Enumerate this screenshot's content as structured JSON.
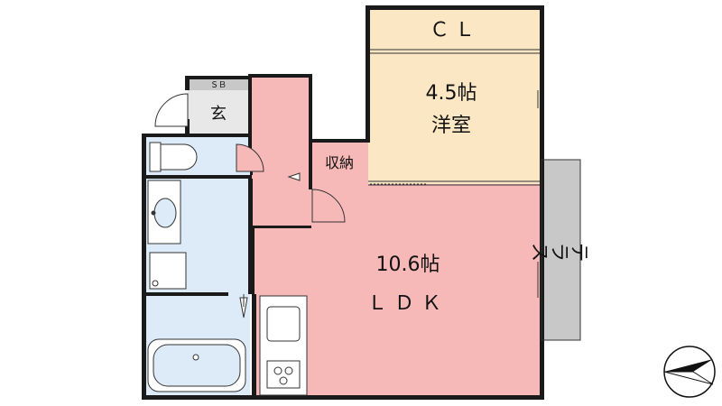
{
  "rooms": {
    "closet": {
      "label": "ＣＬ"
    },
    "western": {
      "size": "4.5帖",
      "name": "洋室"
    },
    "storage": {
      "label": "収納"
    },
    "entrance": {
      "label": "玄"
    },
    "shoe_box": {
      "label": "ＳＢ"
    },
    "ldk": {
      "size": "10.6帖",
      "name": "ＬＤＫ"
    },
    "terrace": {
      "label": "テラス"
    }
  },
  "colors": {
    "pink": "#f7b8b8",
    "beige": "#fbe7c4",
    "blue": "#dcebf7",
    "gray": "#c8c8c8",
    "wall": "#1a1a1a"
  },
  "compass": {
    "icon": "north-arrow-icon"
  }
}
